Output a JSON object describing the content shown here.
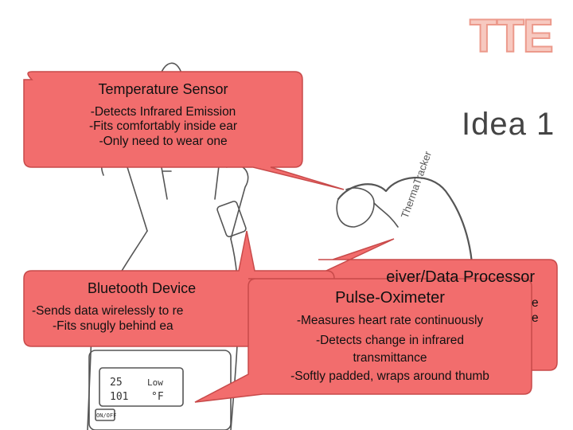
{
  "slide": {
    "title": "Idea 1",
    "logo_text": "TTE"
  },
  "callouts": {
    "temperature": {
      "title": "Temperature Sensor",
      "lines": [
        "-Detects Infrared Emission",
        "-Fits comfortably inside ear",
        "-Only need to wear one"
      ]
    },
    "bluetooth": {
      "title": "Bluetooth Device",
      "lines": [
        "-Sends data wirelessly to re",
        "-Fits snugly behind ea"
      ]
    },
    "receiver": {
      "title_partial": "eiver/Data Processor",
      "line_partials": [
        "e",
        "e"
      ]
    },
    "pulse": {
      "title": "Pulse-Oximeter",
      "lines": [
        "-Measures heart rate continuously",
        "-Detects change in infrared",
        "transmittance",
        "-Softly padded, wraps around thumb"
      ]
    }
  },
  "sketch": {
    "earpiece_label": "ThermaTracker",
    "display_top": "25",
    "display_bottom": "101",
    "display_low": "Low",
    "display_unit": "°F",
    "button_label": "ON/OFF"
  },
  "colors": {
    "callout_fill": "#f26d6d",
    "callout_border": "#c84a4a",
    "logo": "#ec9a8c"
  }
}
